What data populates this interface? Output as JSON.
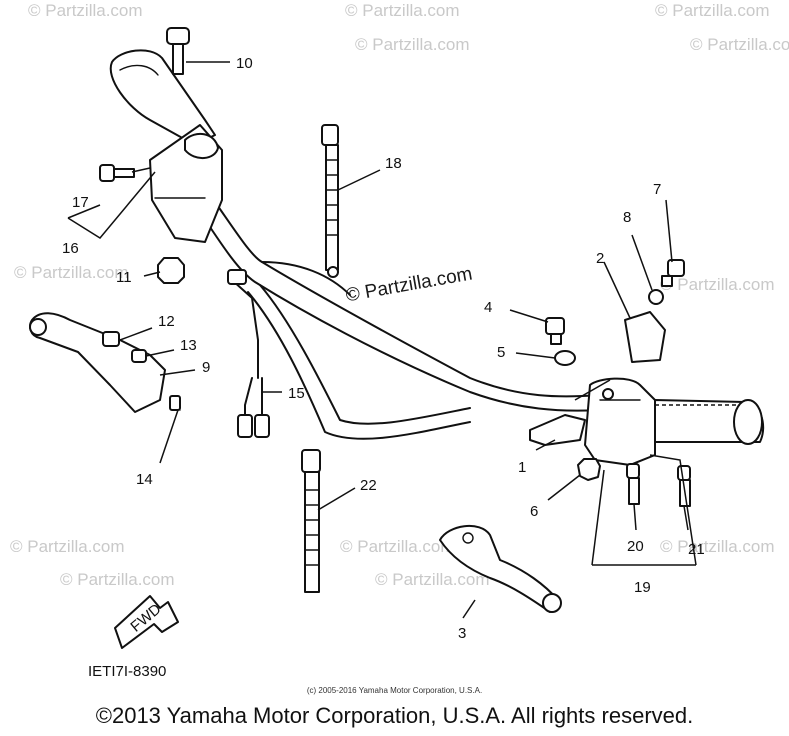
{
  "watermarks": {
    "main": "© Partzilla.com",
    "ghost": "© Partzilla.com"
  },
  "callouts": {
    "c1": "1",
    "c2": "2",
    "c3": "3",
    "c4": "4",
    "c5": "5",
    "c6": "6",
    "c7": "7",
    "c8": "8",
    "c9": "9",
    "c10": "10",
    "c11": "11",
    "c12": "12",
    "c13": "13",
    "c14": "14",
    "c15": "15",
    "c16": "16",
    "c17": "17",
    "c19": "19",
    "c20": "20",
    "c21": "21",
    "c22": "22",
    "c18": "18"
  },
  "direction_label": "FWD",
  "diagram_code": "IETI7I-8390",
  "footer_small": "(c) 2005-2016 Yamaha Motor Corporation, U.S.A.",
  "copyright": "©2013 Yamaha Motor Corporation, U.S.A. All rights reserved."
}
